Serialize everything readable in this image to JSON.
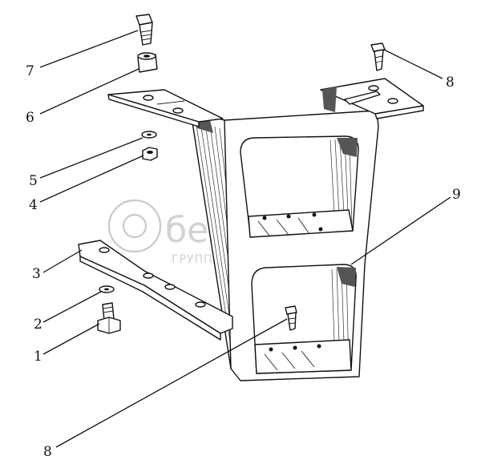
{
  "callouts": [
    {
      "id": "7",
      "label": "7"
    },
    {
      "id": "6",
      "label": "6"
    },
    {
      "id": "5",
      "label": "5"
    },
    {
      "id": "4",
      "label": "4"
    },
    {
      "id": "3",
      "label": "3"
    },
    {
      "id": "2",
      "label": "2"
    },
    {
      "id": "1",
      "label": "1"
    },
    {
      "id": "8a",
      "label": "8"
    },
    {
      "id": "8b",
      "label": "8"
    },
    {
      "id": "9",
      "label": "9"
    }
  ],
  "watermark": {
    "name": "белагро",
    "subtitle": "ГРУППА КОМПАНИЙ"
  }
}
